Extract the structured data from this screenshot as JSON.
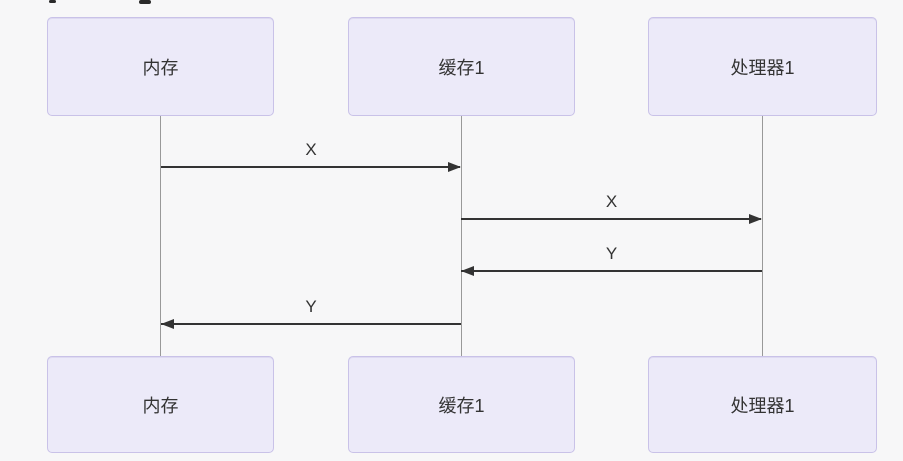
{
  "diagram": {
    "type": "sequence",
    "actors": [
      {
        "id": "memory",
        "label": "内存"
      },
      {
        "id": "cache1",
        "label": "缓存1"
      },
      {
        "id": "processor1",
        "label": "处理器1"
      }
    ],
    "messages": [
      {
        "from": "memory",
        "to": "cache1",
        "label": "X",
        "direction": "right"
      },
      {
        "from": "cache1",
        "to": "processor1",
        "label": "X",
        "direction": "right"
      },
      {
        "from": "processor1",
        "to": "cache1",
        "label": "Y",
        "direction": "left"
      },
      {
        "from": "cache1",
        "to": "memory",
        "label": "Y",
        "direction": "left"
      }
    ],
    "colors": {
      "background": "#f7f7f8",
      "actor_fill": "#eceaf9",
      "actor_border": "#c9c2e8",
      "lifeline": "#999999",
      "arrow": "#333333",
      "text": "#333333"
    }
  }
}
